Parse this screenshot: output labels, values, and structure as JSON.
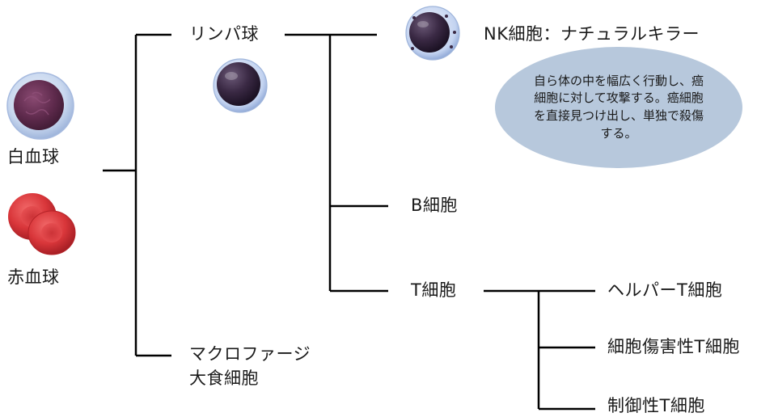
{
  "blood": {
    "white_label": "白血球",
    "red_label": "赤血球"
  },
  "branches": {
    "lymphocyte": "リンパ球",
    "macrophage_line1": "マクロファージ",
    "macrophage_line2": "大食細胞"
  },
  "lymphocyte_types": {
    "nk": "NK細胞：ナチュラルキラー",
    "b": "B細胞",
    "t": "T細胞"
  },
  "t_cell_types": {
    "helper": "ヘルパーT細胞",
    "cytotoxic": "細胞傷害性T細胞",
    "regulatory": "制御性T細胞"
  },
  "nk_callout": {
    "text": "自ら体の中を幅広く行動し、癌細胞に対して攻撃する。癌細胞を直接見つけ出し、単独で殺傷する。"
  },
  "colors": {
    "line": "#000000",
    "callout_fill": "#b7c8dc",
    "wbc_membrane": "#c9d8ef",
    "wbc_nucleus": "#6b2f55",
    "rbc": "#d9363a",
    "lymph_nucleus": "#2e1f36"
  },
  "icons": [
    "white-blood-cell-icon",
    "red-blood-cell-icon",
    "lymphocyte-cell-icon",
    "nk-cell-icon"
  ]
}
